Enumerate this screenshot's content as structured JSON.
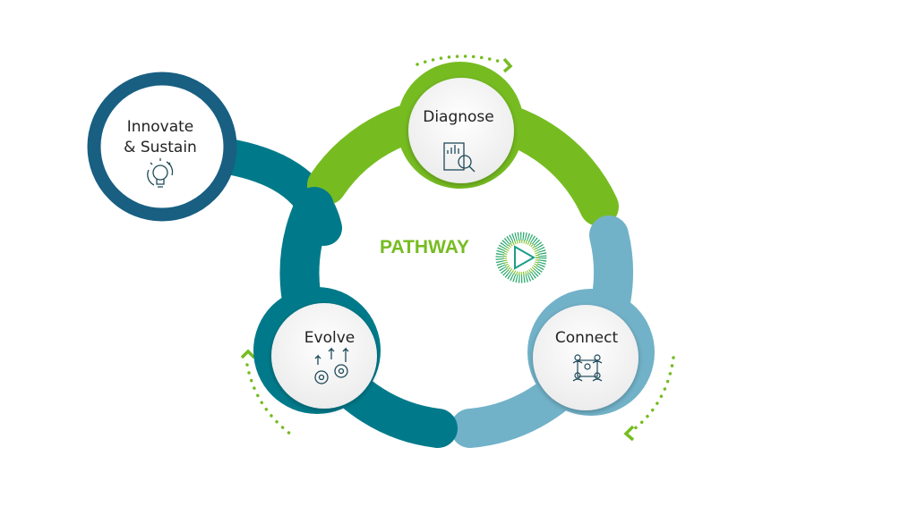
{
  "title": "PATHWAY",
  "colors": {
    "green": "#76bc21",
    "dark_blue": "#185f82",
    "teal": "#007a8a",
    "light_blue": "#72b2c9"
  },
  "nodes": {
    "innovate": {
      "line1": "Innovate",
      "line2": "& Sustain",
      "icon": "lightbulb-cycle-icon"
    },
    "diagnose": {
      "label": "Diagnose",
      "icon": "report-magnifier-icon"
    },
    "connect": {
      "label": "Connect",
      "icon": "people-network-icon"
    },
    "evolve": {
      "label": "Evolve",
      "icon": "gears-arrows-icon"
    }
  },
  "logo": {
    "icon": "pathway-play-logo-icon"
  }
}
